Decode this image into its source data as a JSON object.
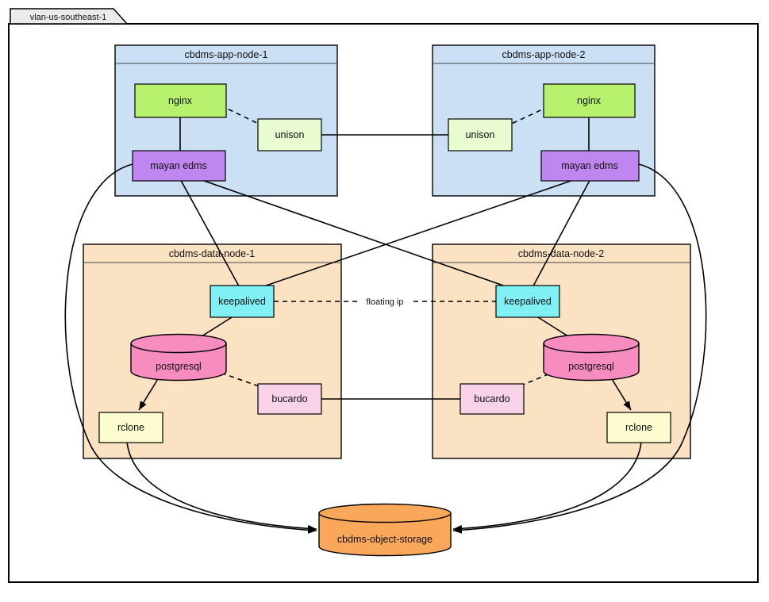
{
  "diagram": {
    "vlan": {
      "label": "vlan-us-southeast-1"
    },
    "app_nodes": [
      {
        "title": "cbdms-app-node-1",
        "nginx": "nginx",
        "unison": "unison",
        "mayan": "mayan edms"
      },
      {
        "title": "cbdms-app-node-2",
        "nginx": "nginx",
        "unison": "unison",
        "mayan": "mayan edms"
      }
    ],
    "data_nodes": [
      {
        "title": "cbdms-data-node-1",
        "keepalived": "keepalived",
        "postgresql": "postgresql",
        "bucardo": "bucardo",
        "rclone": "rclone"
      },
      {
        "title": "cbdms-data-node-2",
        "keepalived": "keepalived",
        "postgresql": "postgresql",
        "bucardo": "bucardo",
        "rclone": "rclone"
      }
    ],
    "links": {
      "floating_ip": "floating ip"
    },
    "storage": {
      "label": "cbdms-object-storage"
    },
    "colors": {
      "vlan_tab_fill": "#ebebeb",
      "app_node_fill": "#cce0f5",
      "data_node_fill": "#fbe2c3",
      "nginx_fill": "#b7f16e",
      "unison_fill": "#e8fbd1",
      "mayan_fill": "#c086f0",
      "keepalived_fill": "#80f0f4",
      "postgresql_fill": "#f78cc0",
      "bucardo_fill": "#f8d2e6",
      "rclone_fill": "#fcfcd0",
      "storage_fill": "#f9a75b",
      "stroke": "#000000"
    }
  }
}
